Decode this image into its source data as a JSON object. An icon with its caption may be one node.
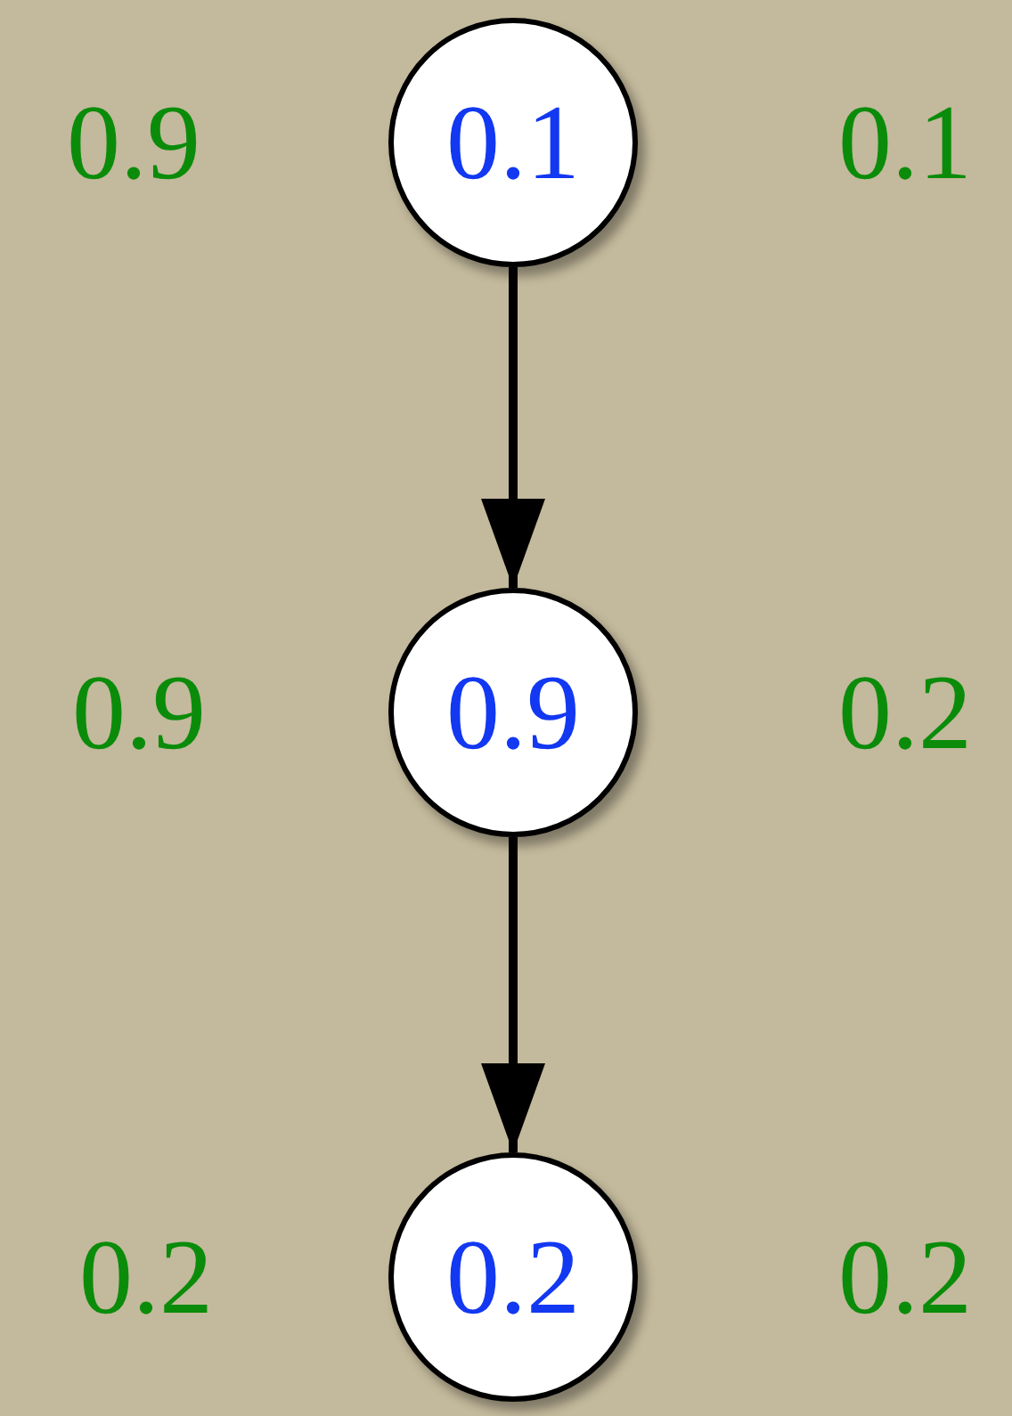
{
  "diagram": {
    "nodes": [
      {
        "text": [
          "0.1"
        ]
      },
      {
        "text": [
          "0.9"
        ]
      },
      {
        "text": [
          "0.2"
        ]
      }
    ],
    "edges": [
      {
        "from": 0,
        "to": 1,
        "arrow": "to"
      },
      {
        "from": 1,
        "to": 2,
        "arrow": "to"
      }
    ],
    "labels": [
      "0.9",
      "0.1",
      "0.9",
      "0.2",
      "0.2",
      "0.2"
    ]
  }
}
